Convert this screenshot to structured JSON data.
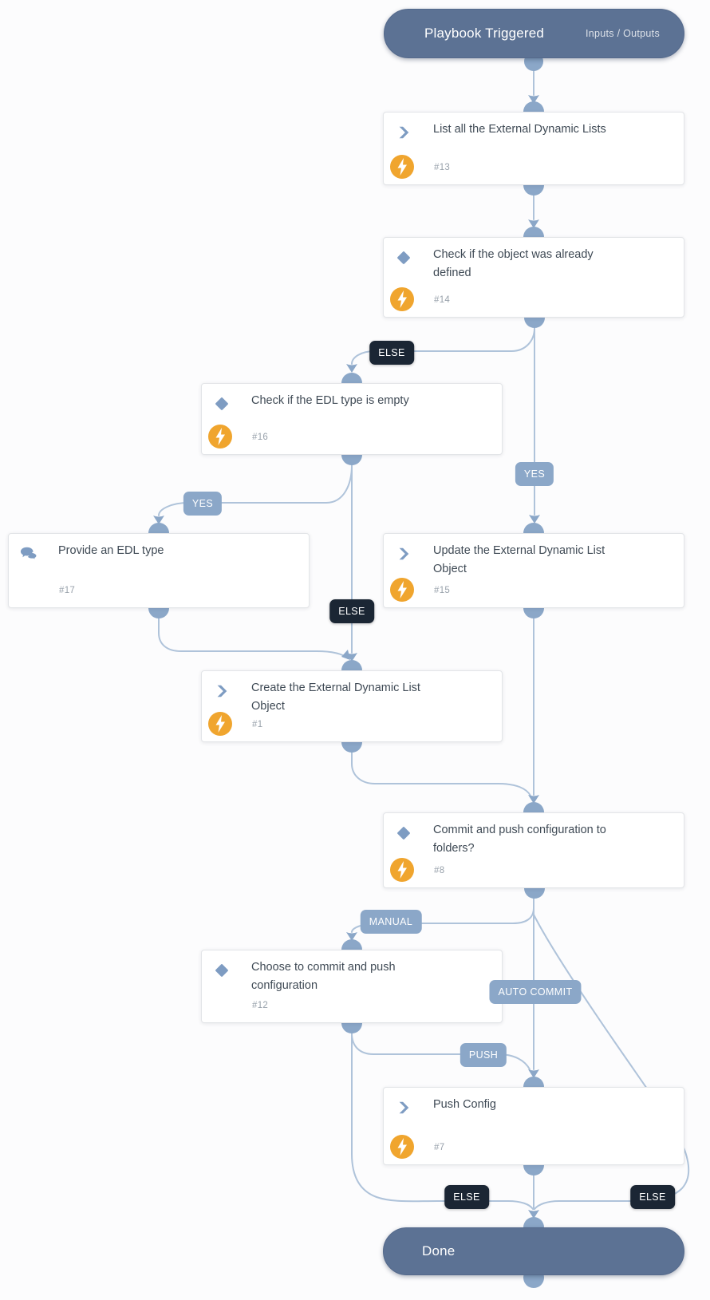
{
  "start_node": {
    "title": "Playbook Triggered",
    "link_label": "Inputs / Outputs"
  },
  "end_node": {
    "title": "Done"
  },
  "tasks": [
    {
      "id": "#13",
      "title": "List all the External Dynamic Lists",
      "type": "action"
    },
    {
      "id": "#14",
      "title": "Check if the object was already defined",
      "type": "condition"
    },
    {
      "id": "#16",
      "title": "Check if the EDL type is empty",
      "type": "condition"
    },
    {
      "id": "#17",
      "title": "Provide an EDL type",
      "type": "manual-input"
    },
    {
      "id": "#15",
      "title": "Update the External Dynamic List Object",
      "type": "action"
    },
    {
      "id": "#1",
      "title": "Create the External Dynamic List Object",
      "type": "action"
    },
    {
      "id": "#8",
      "title": "Commit and push configuration to folders?",
      "type": "condition"
    },
    {
      "id": "#12",
      "title": "Choose to commit and push configuration",
      "type": "condition"
    },
    {
      "id": "#7",
      "title": "Push Config",
      "type": "action"
    }
  ],
  "edge_labels": [
    {
      "text": "ELSE",
      "style": "dark"
    },
    {
      "text": "YES",
      "style": "light"
    },
    {
      "text": "YES",
      "style": "light"
    },
    {
      "text": "ELSE",
      "style": "dark"
    },
    {
      "text": "MANUAL",
      "style": "light"
    },
    {
      "text": "AUTO COMMIT",
      "style": "light"
    },
    {
      "text": "PUSH",
      "style": "light"
    },
    {
      "text": "ELSE",
      "style": "dark"
    },
    {
      "text": "ELSE",
      "style": "dark"
    }
  ],
  "colors": {
    "node_pill": "#5c7294",
    "connector": "#8ba7c8",
    "edge_line": "#afc3da",
    "label_dark": "#1b2634",
    "label_light": "#8ba7c8",
    "automation_badge": "#f0a52e",
    "task_icon": "#7e9cc2",
    "title_text": "#3f4a55"
  }
}
